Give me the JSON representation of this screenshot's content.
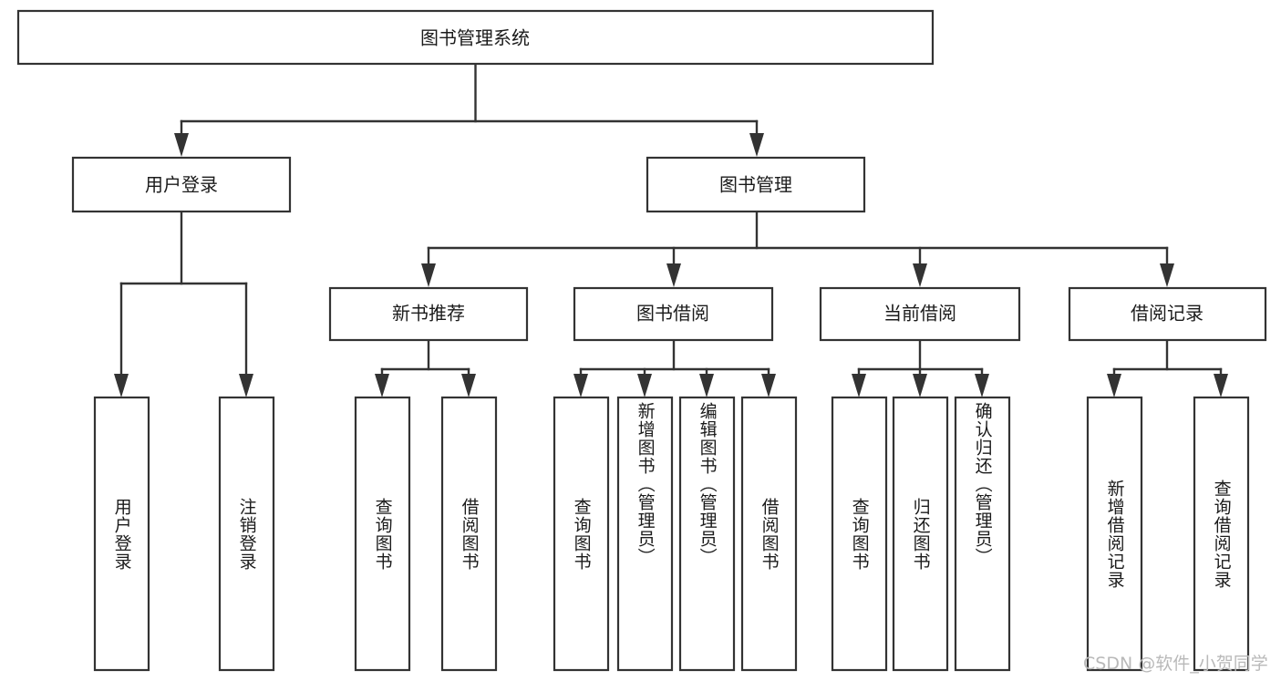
{
  "diagram": {
    "type": "tree",
    "title": "图书管理系统",
    "root": {
      "id": "root",
      "label": "图书管理系统",
      "level": 1
    },
    "level2": [
      {
        "id": "user-login",
        "label": "用户登录"
      },
      {
        "id": "book-management",
        "label": "图书管理"
      }
    ],
    "level3": [
      {
        "id": "new-book-recommend",
        "label": "新书推荐",
        "parent": "book-management"
      },
      {
        "id": "book-borrow",
        "label": "图书借阅",
        "parent": "book-management"
      },
      {
        "id": "current-borrow",
        "label": "当前借阅",
        "parent": "book-management"
      },
      {
        "id": "borrow-record",
        "label": "借阅记录",
        "parent": "book-management"
      }
    ],
    "leaves": [
      {
        "id": "leaf-user-login",
        "label": "用户登录",
        "parent": "user-login",
        "align": "center"
      },
      {
        "id": "leaf-logout-login",
        "label": "注销登录",
        "parent": "user-login",
        "align": "center"
      },
      {
        "id": "leaf-query-book-1",
        "label": "查询图书",
        "parent": "new-book-recommend",
        "align": "center"
      },
      {
        "id": "leaf-borrow-book-1",
        "label": "借阅图书",
        "parent": "new-book-recommend",
        "align": "center"
      },
      {
        "id": "leaf-query-book-2",
        "label": "查询图书",
        "parent": "book-borrow",
        "align": "center"
      },
      {
        "id": "leaf-add-book",
        "label": "新增图书（管理员）",
        "parent": "book-borrow",
        "align": "top"
      },
      {
        "id": "leaf-edit-book",
        "label": "编辑图书（管理员）",
        "parent": "book-borrow",
        "align": "top"
      },
      {
        "id": "leaf-borrow-book-2",
        "label": "借阅图书",
        "parent": "book-borrow",
        "align": "center"
      },
      {
        "id": "leaf-query-book-3",
        "label": "查询图书",
        "parent": "current-borrow",
        "align": "center"
      },
      {
        "id": "leaf-return-book",
        "label": "归还图书",
        "parent": "current-borrow",
        "align": "center"
      },
      {
        "id": "leaf-confirm-return",
        "label": "确认归还（管理员）",
        "parent": "current-borrow",
        "align": "top"
      },
      {
        "id": "leaf-add-borrow-record",
        "label": "新增借阅记录",
        "parent": "borrow-record",
        "align": "center"
      },
      {
        "id": "leaf-query-borrow-record",
        "label": "查询借阅记录",
        "parent": "borrow-record",
        "align": "center"
      }
    ],
    "colors": {
      "background": "#ffffff",
      "box_fill": "#ffffff",
      "box_stroke": "#333333",
      "edge": "#333333",
      "text": "#1b1b1b",
      "watermark": "#b9b9b9"
    }
  },
  "watermark": {
    "text": "CSDN @软件_小贺同学"
  }
}
